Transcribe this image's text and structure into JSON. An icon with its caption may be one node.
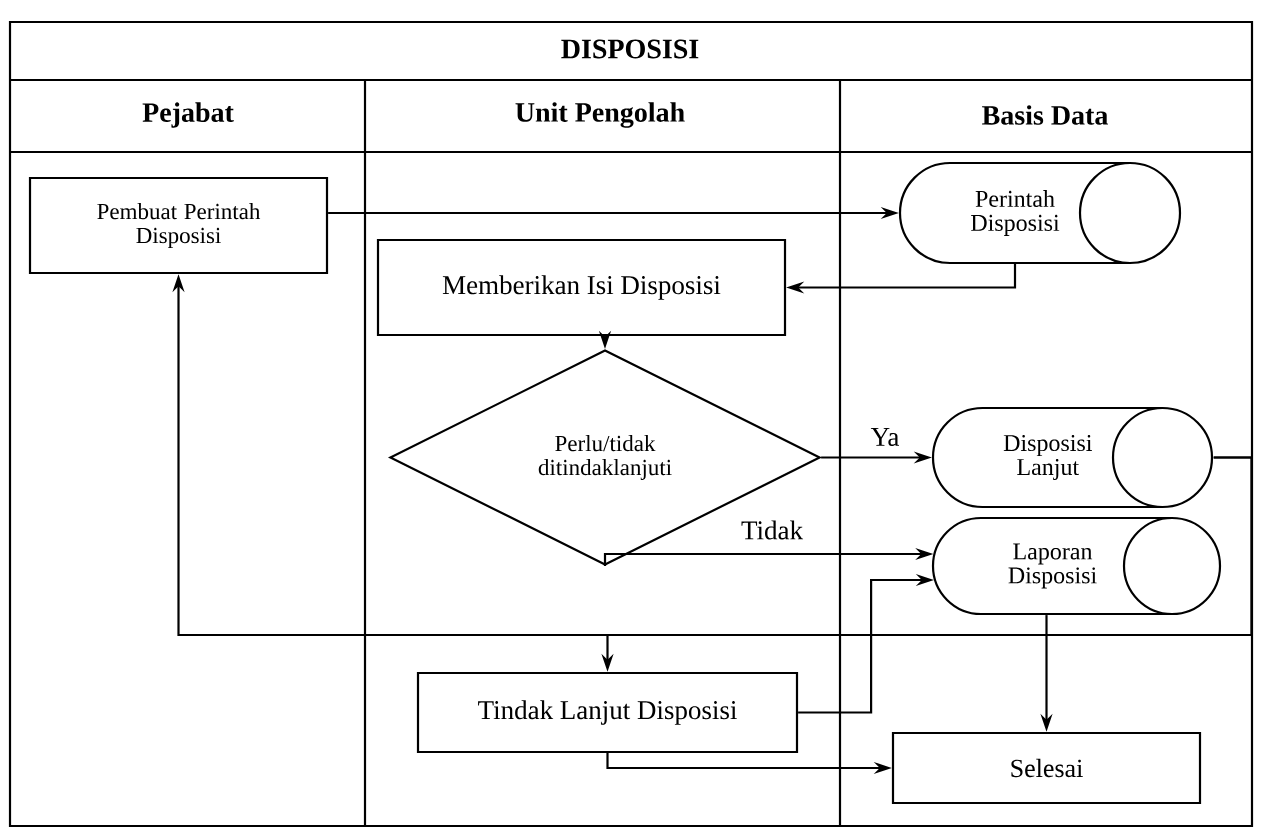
{
  "diagram": {
    "title": "DISPOSISI",
    "nodes": [
      {
        "text": [
          "Pembuat Perintah Disposisi"
        ]
      },
      {
        "text": [
          "Perintah Disposisi"
        ]
      },
      {
        "text": [
          "Memberikan Isi Disposisi"
        ]
      },
      {
        "text": [
          "Perlu/tidak ditindaklanjuti"
        ]
      },
      {
        "text": [
          "Disposisi Lanjut"
        ]
      },
      {
        "text": [
          "Laporan Disposisi"
        ]
      },
      {
        "text": [
          "Tindak Lanjut Disposisi"
        ]
      },
      {
        "text": [
          "Selesai"
        ]
      }
    ],
    "edges": [
      {
        "from": 0,
        "to": 1,
        "arrow": "to"
      },
      {
        "from": 1,
        "to": 2,
        "arrow": "to"
      },
      {
        "from": 2,
        "to": 3,
        "arrow": "to"
      },
      {
        "from": 3,
        "to": 4,
        "arrow": "to",
        "label": "Ya"
      },
      {
        "from": 3,
        "to": 5,
        "arrow": "to",
        "label": "Tidak"
      },
      {
        "from": 4,
        "to": 0,
        "arrow": "to"
      },
      {
        "from": 4,
        "to": 6,
        "arrow": "to"
      },
      {
        "from": 6,
        "to": 5,
        "arrow": "to"
      },
      {
        "from": 6,
        "to": 7,
        "arrow": "to"
      },
      {
        "from": 5,
        "to": 7,
        "arrow": "to"
      }
    ],
    "labels": [
      "Pejabat",
      "Unit Pengolah",
      "Basis Data"
    ]
  }
}
